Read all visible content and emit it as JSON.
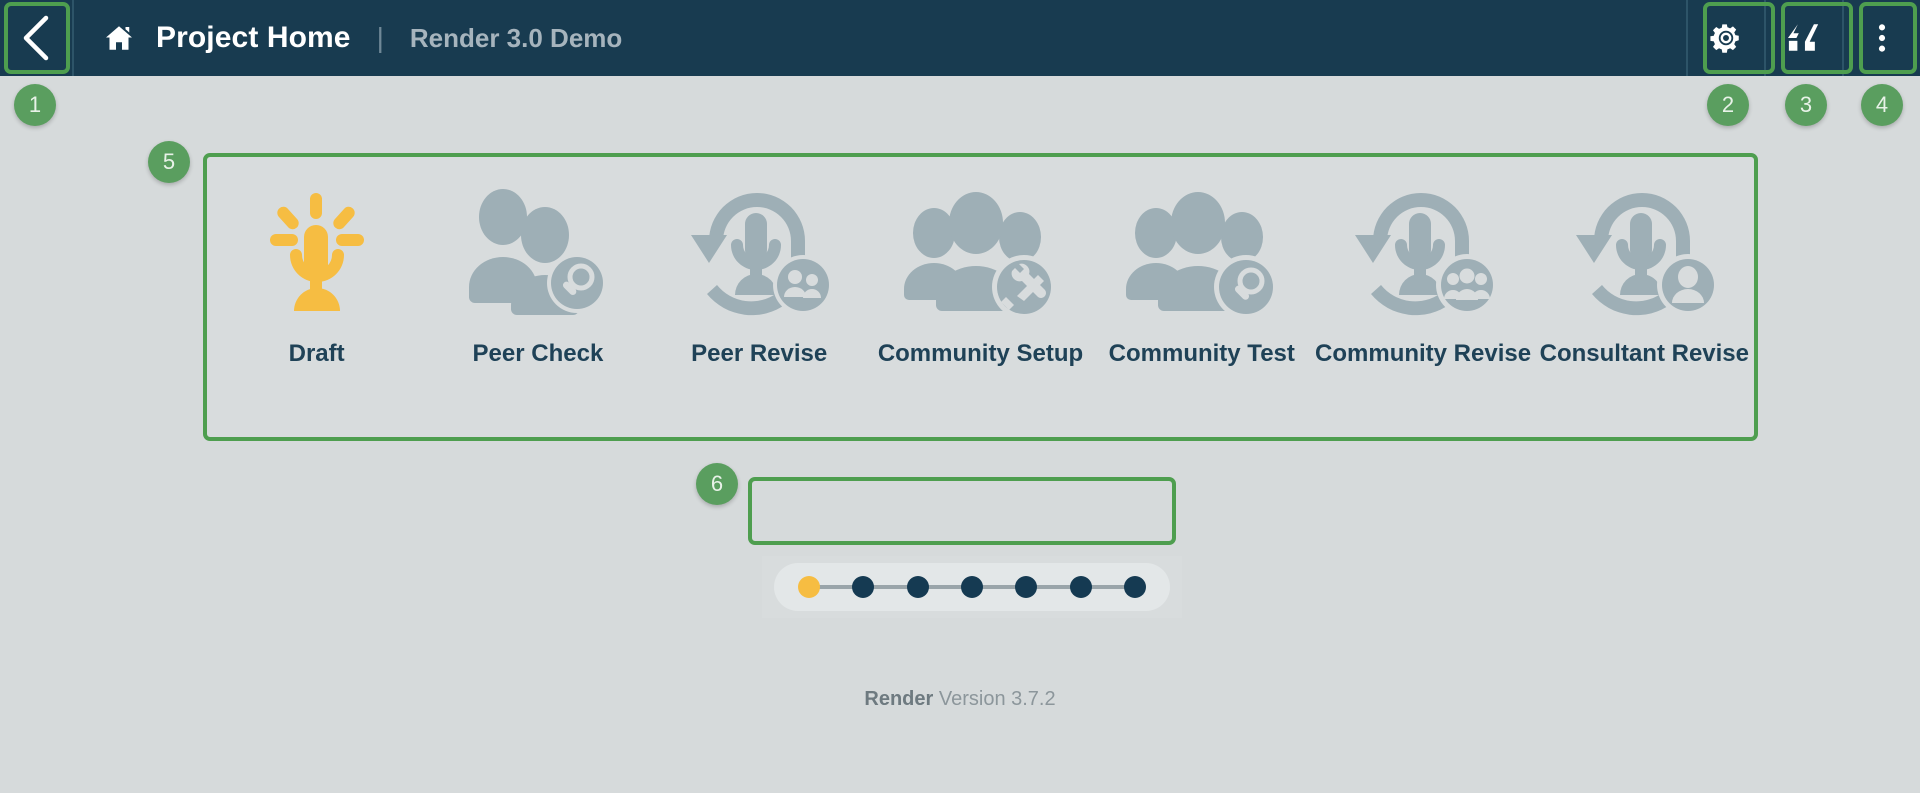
{
  "topbar": {
    "back_icon": "chevron-left-icon",
    "home_icon": "home-icon",
    "title": "Project Home",
    "separator": "|",
    "subtitle": "Render 3.0 Demo",
    "actions": [
      {
        "name": "settings",
        "icon": "gear-icon",
        "label": "Settings"
      },
      {
        "name": "brand",
        "icon": "quote-brand-icon",
        "label": "Render"
      },
      {
        "name": "more",
        "icon": "kebab-menu-icon",
        "label": "More options"
      }
    ]
  },
  "workflow": {
    "stages": [
      {
        "label": "Draft",
        "icon": "microphone-active-icon",
        "state": "active"
      },
      {
        "label": "Peer Check",
        "icon": "two-people-magnifier-icon",
        "state": "inactive"
      },
      {
        "label": "Peer Revise",
        "icon": "revise-microphone-people-icon",
        "state": "inactive"
      },
      {
        "label": "Community Setup",
        "icon": "group-tools-icon",
        "state": "inactive"
      },
      {
        "label": "Community Test",
        "icon": "group-magnifier-icon",
        "state": "inactive"
      },
      {
        "label": "Community Revise",
        "icon": "revise-microphone-group-icon",
        "state": "inactive"
      },
      {
        "label": "Consultant Revise",
        "icon": "revise-microphone-person-icon",
        "state": "inactive"
      }
    ]
  },
  "stepper": {
    "total_steps": 7,
    "active_step": 1,
    "dots": [
      {
        "index": 1,
        "state": "active"
      },
      {
        "index": 2,
        "state": "inactive"
      },
      {
        "index": 3,
        "state": "inactive"
      },
      {
        "index": 4,
        "state": "inactive"
      },
      {
        "index": 5,
        "state": "inactive"
      },
      {
        "index": 6,
        "state": "inactive"
      },
      {
        "index": 7,
        "state": "inactive"
      }
    ]
  },
  "footer": {
    "brand": "Render",
    "version_text": "Version 3.7.2"
  },
  "callouts": [
    {
      "number": "1",
      "target": "back-button"
    },
    {
      "number": "2",
      "target": "settings-button"
    },
    {
      "number": "3",
      "target": "brand-button"
    },
    {
      "number": "4",
      "target": "more-button"
    },
    {
      "number": "5",
      "target": "workflow-stage-panel"
    },
    {
      "number": "6",
      "target": "workflow-stepper"
    }
  ],
  "colors": {
    "topbar_bg": "#183b50",
    "page_bg": "#d6dadb",
    "accent_active": "#f6bd42",
    "icon_inactive": "#9eafb6",
    "highlight": "#4e9e4f",
    "badge": "#5a9e5f",
    "text_dark": "#1f4257"
  }
}
